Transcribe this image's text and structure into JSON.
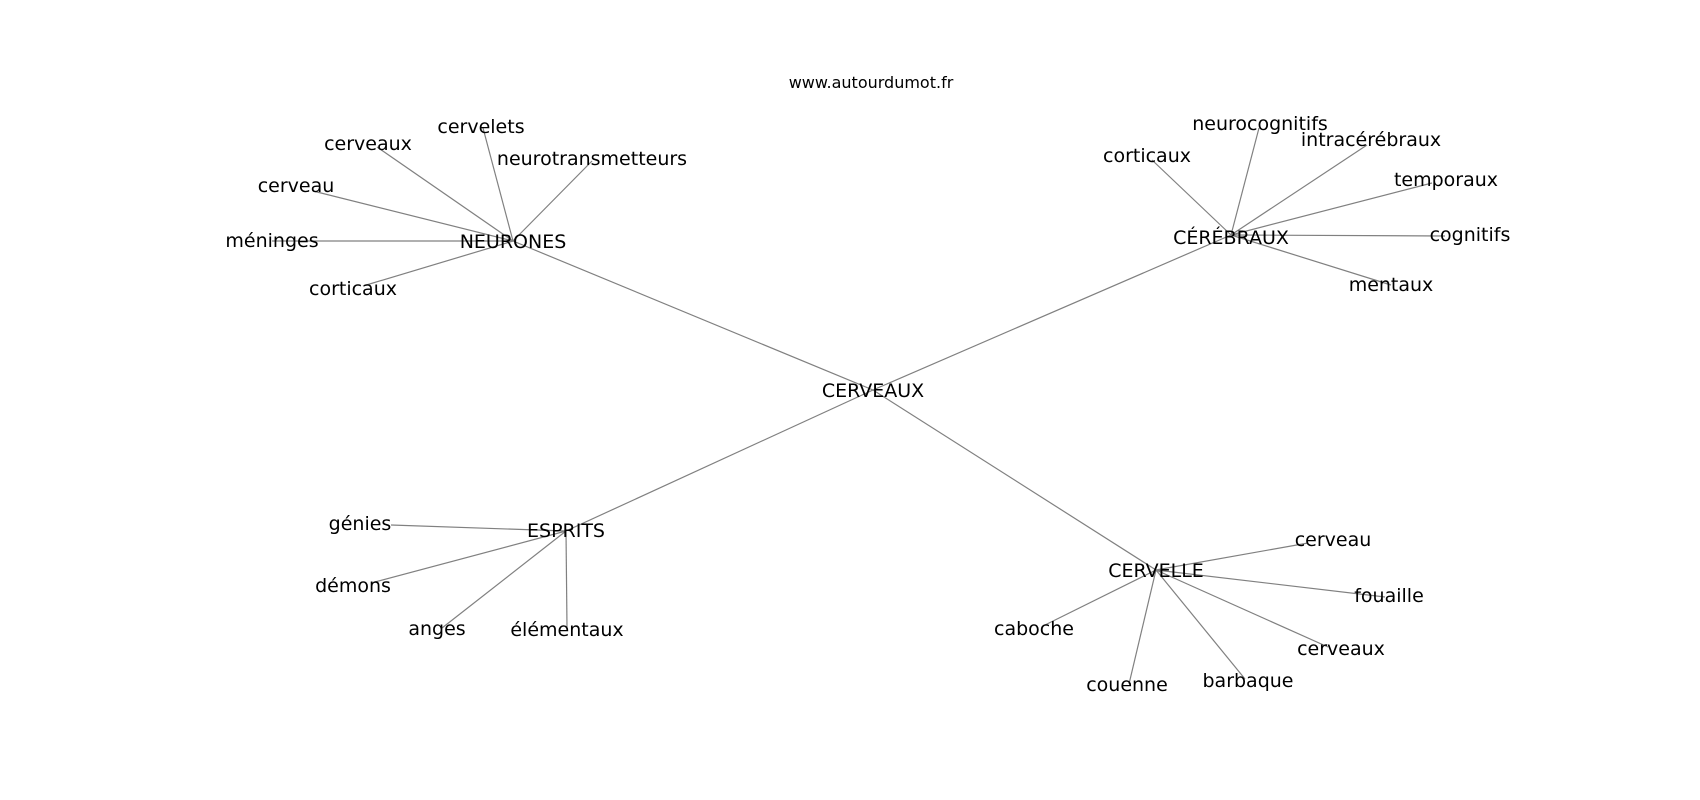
{
  "watermark": "www.autourdumot.fr",
  "center": "CERVEAUX",
  "colors": {
    "edge": "#808080",
    "text": "#000000",
    "background": "#ffffff"
  },
  "clusters": [
    {
      "hub": "NEURONES",
      "leaves": [
        "cervelets",
        "neurotransmetteurs",
        "cerveaux",
        "cerveau",
        "méninges",
        "corticaux"
      ]
    },
    {
      "hub": "CÉRÉBRAUX",
      "leaves": [
        "neurocognitifs",
        "intracérébraux",
        "corticaux",
        "temporaux",
        "cognitifs",
        "mentaux"
      ]
    },
    {
      "hub": "ESPRITS",
      "leaves": [
        "génies",
        "démons",
        "anges",
        "élémentaux"
      ]
    },
    {
      "hub": "CERVELLE",
      "leaves": [
        "cerveau",
        "fouaille",
        "cerveaux",
        "barbaque",
        "couenne",
        "caboche"
      ]
    }
  ]
}
